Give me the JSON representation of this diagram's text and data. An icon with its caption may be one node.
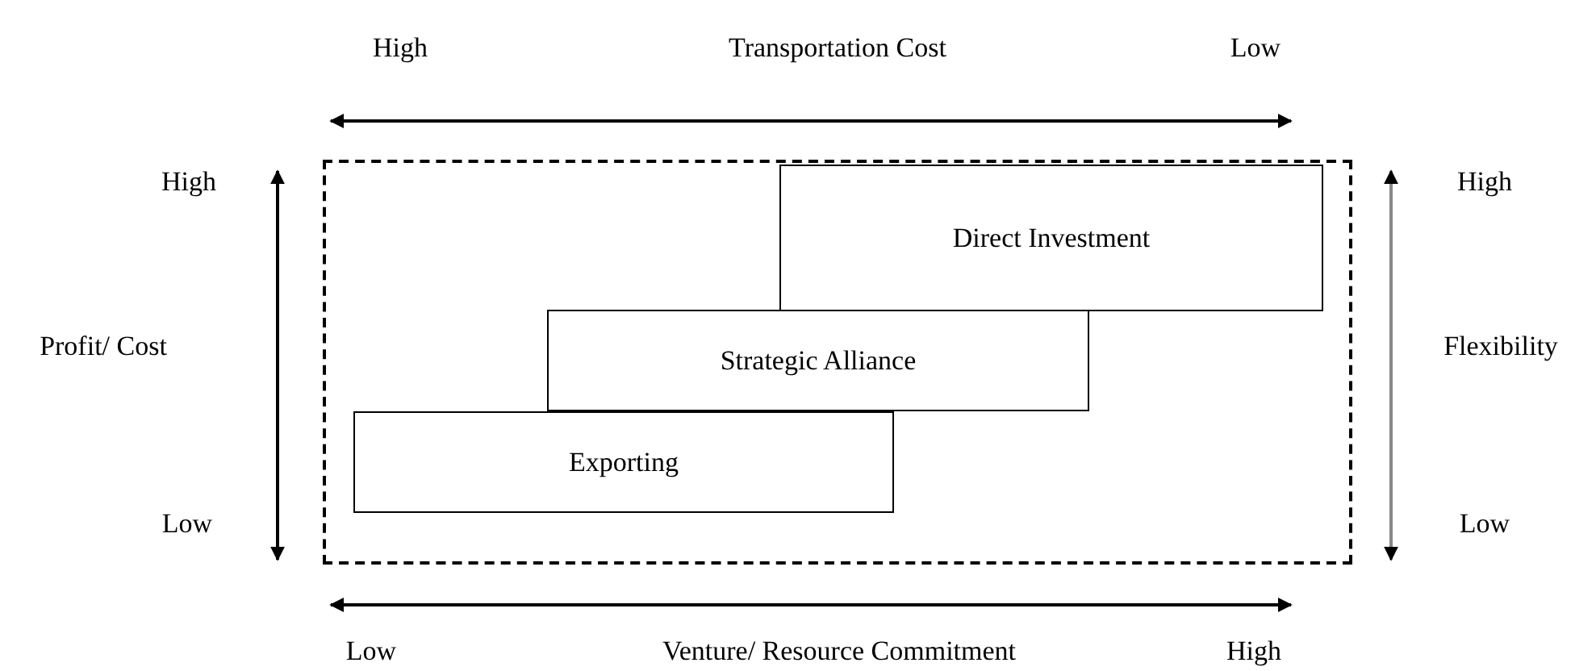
{
  "diagram": {
    "nodes": [
      {
        "text": [],
        "shape": "box"
      },
      {
        "text": [
          "Direct Investment"
        ],
        "in": 0
      },
      {
        "text": [
          "Strategic Alliance"
        ],
        "in": 0
      },
      {
        "text": [
          "Exporting"
        ],
        "in": 0
      }
    ],
    "edges": [],
    "labels": [
      "High",
      "Transportation Cost",
      "Low",
      "High",
      "High",
      "Profit/ Cost",
      "Flexibility",
      "Low",
      "Low",
      "Low",
      "Venture/ Resource Commitment",
      "High"
    ]
  }
}
